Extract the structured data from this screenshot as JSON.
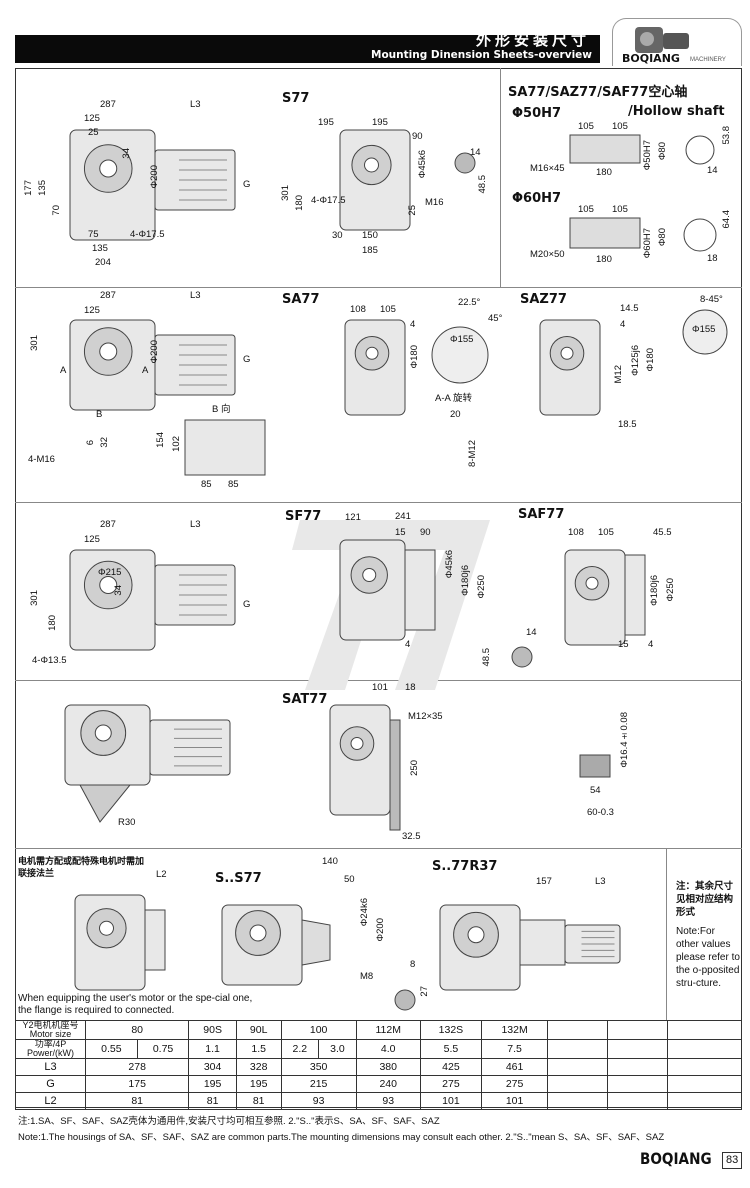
{
  "header": {
    "title_cn": "外形安装尺寸",
    "title_en": "Mounting Dinension Sheets-overview",
    "brand": "BOQIANG",
    "brand_sub": "MACHINERY"
  },
  "sections": {
    "s77": {
      "title": "S77",
      "dims": [
        "287",
        "L3",
        "125",
        "25",
        "34",
        "Φ200",
        "G",
        "177",
        "135",
        "70",
        "75",
        "4-Φ17.5",
        "135",
        "204",
        "195",
        "195",
        "90",
        "Φ45k6",
        "14",
        "301",
        "180",
        "4-Φ17.5",
        "25",
        "M16",
        "150",
        "30",
        "185",
        "48.5"
      ]
    },
    "hollow": {
      "title": "SA77/SAZ77/SAF77空心轴",
      "subtitle": "/Hollow shaft",
      "d50": "Φ50H7",
      "d60": "Φ60H7",
      "dims50": [
        "105",
        "105",
        "M16×45",
        "180",
        "Φ50H7",
        "Φ80",
        "53.8",
        "14"
      ],
      "dims60": [
        "105",
        "105",
        "M20×50",
        "180",
        "Φ60H7",
        "Φ80",
        "64.4",
        "18"
      ]
    },
    "sa77": {
      "title": "SA77",
      "dims": [
        "287",
        "125",
        "L3",
        "301",
        "A",
        "A",
        "Φ200",
        "G",
        "B",
        "4-M16",
        "6",
        "32",
        "B 向",
        "154",
        "102",
        "85",
        "85",
        "108",
        "105",
        "4",
        "Φ180",
        "22.5°",
        "45°",
        "Φ155",
        "A-A 旋转",
        "20",
        "8-M12"
      ]
    },
    "saz77": {
      "title": "SAZ77",
      "dims": [
        "14.5",
        "4",
        "M12",
        "Φ125j6",
        "Φ180",
        "18.5",
        "8-45°",
        "Φ155"
      ]
    },
    "sf77": {
      "title": "SF77",
      "dims": [
        "287",
        "L3",
        "125",
        "Φ215",
        "34",
        "301",
        "180",
        "G",
        "4-Φ13.5",
        "121",
        "241",
        "15",
        "90",
        "Φ45k6",
        "Φ180j6",
        "Φ250",
        "4",
        "14",
        "48.5"
      ]
    },
    "saf77": {
      "title": "SAF77",
      "dims": [
        "108",
        "105",
        "45.5",
        "Φ180j6",
        "Φ250",
        "15",
        "4"
      ]
    },
    "sat77": {
      "title": "SAT77",
      "dims": [
        "R30",
        "101",
        "18",
        "M12×35",
        "250",
        "32.5",
        "Φ16.4±0.08",
        "54",
        "60-0.3"
      ]
    },
    "ss77": {
      "note_cn": "电机需方配或配特殊电机时需加联接法兰",
      "note_en": "When equipping the user's motor or the spe-cial one, the flange is required to connected.",
      "l2": "L2",
      "title": "S..S77",
      "dims": [
        "140",
        "50",
        "Φ24k6",
        "Φ200",
        "M8",
        "8",
        "27"
      ]
    },
    "s77r37": {
      "title": "S..77R37",
      "dims": [
        "157",
        "L3"
      ]
    },
    "side_note": {
      "cn": "注：其余尺寸见相对应结构形式",
      "en": "Note:For other values please refer to the o-pposited stru-cture."
    }
  },
  "table": {
    "row_labels": {
      "motor": "Y2电机机座号 Motor size",
      "power": "功率/4P Power/(kW)",
      "l3": "L3",
      "g": "G",
      "l2": "L2"
    },
    "motor_sizes": [
      "80",
      "90S",
      "90L",
      "100",
      "112M",
      "132S",
      "132M"
    ],
    "power": [
      "0.55",
      "0.75",
      "1.1",
      "1.5",
      "2.2",
      "3.0",
      "4.0",
      "5.5",
      "7.5"
    ],
    "L3": [
      "278",
      "304",
      "328",
      "350",
      "380",
      "425",
      "461"
    ],
    "G": [
      "175",
      "195",
      "195",
      "215",
      "240",
      "275",
      "275"
    ],
    "L2": [
      "81",
      "81",
      "81",
      "93",
      "93",
      "101",
      "101"
    ]
  },
  "notes": {
    "cn": "注:1.SA、SF、SAF、SAZ壳体为通用件,安装尺寸均可相互参照. 2.\"S..\"表示S、SA、SF、SAF、SAZ",
    "en": "Note:1.The housings of SA、SF、SAF、SAZ are common parts.The mounting dimensions may consult each other. 2.\"S..\"mean S、SA、SF、SAF、SAZ"
  },
  "footer": {
    "brand": "BOQIANG",
    "page": "83"
  }
}
